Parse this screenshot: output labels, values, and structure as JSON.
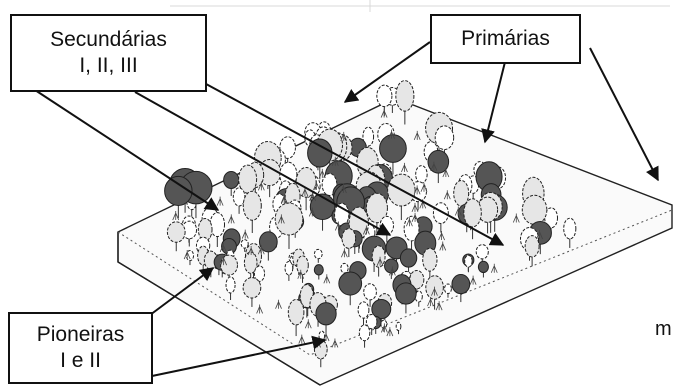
{
  "labels": {
    "secundarias": {
      "line1": "Secundárias",
      "line2": "I, II, III"
    },
    "primarias": {
      "line1": "Primárias"
    },
    "pioneiras": {
      "line1": "Pioneiras",
      "line2": "I e II"
    }
  },
  "stray_text": "m",
  "colors": {
    "ink": "#111111",
    "paper": "#ffffff",
    "shade": "#cfcfcf"
  },
  "illustration": "isometric-forest-block-sketch"
}
